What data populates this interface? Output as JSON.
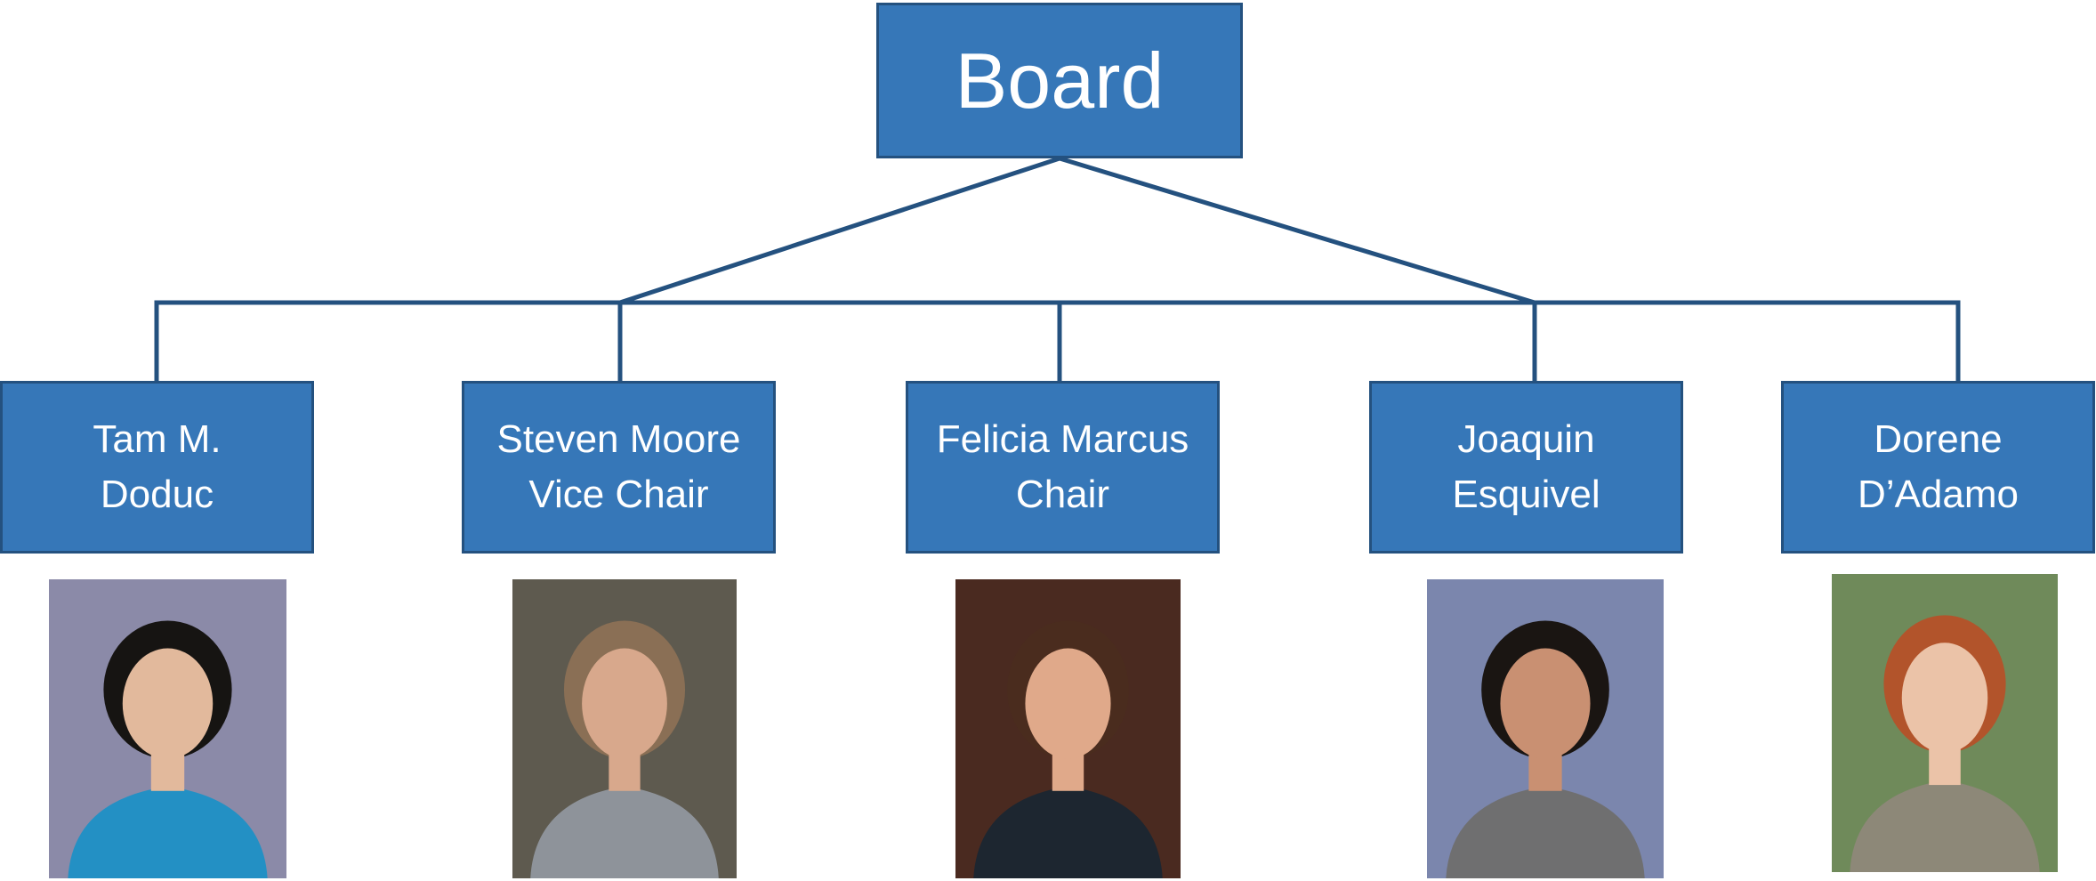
{
  "root": {
    "label": "Board"
  },
  "members": [
    {
      "line1": "Tam M.",
      "line2": "Doduc",
      "photo": "portrait-photo-woman-black-hair-blue-jacket",
      "bg": "#8b8aa8",
      "hair": "#161412",
      "skin": "#e2b99c",
      "clothes": "#2390c4"
    },
    {
      "line1": "Steven Moore",
      "line2": "Vice Chair",
      "photo": "portrait-photo-man-gray-suit-red-tie",
      "bg": "#5e5a4f",
      "hair": "#8a6f55",
      "skin": "#d8a88c",
      "clothes": "#8e939a"
    },
    {
      "line1": "Felicia Marcus",
      "line2": "Chair",
      "photo": "portrait-photo-woman-dark-blazer",
      "bg": "#4a2a20",
      "hair": "#4a2c1e",
      "skin": "#e0a98a",
      "clothes": "#1d2630"
    },
    {
      "line1": "Joaquin",
      "line2": "Esquivel",
      "photo": "portrait-photo-man-gray-suit-purple-tie",
      "bg": "#7b86ad",
      "hair": "#1a1512",
      "skin": "#c99072",
      "clothes": "#6f6f70"
    },
    {
      "line1": "Dorene",
      "line2": "D’Adamo",
      "photo": "portrait-photo-woman-red-hair-glasses",
      "bg": "#6f8a5a",
      "hair": "#b2542b",
      "skin": "#ebc3a8",
      "clothes": "#8d8878"
    }
  ],
  "colors": {
    "box_fill": "#3677b8",
    "box_border": "#24517f",
    "connector": "#24517f"
  }
}
